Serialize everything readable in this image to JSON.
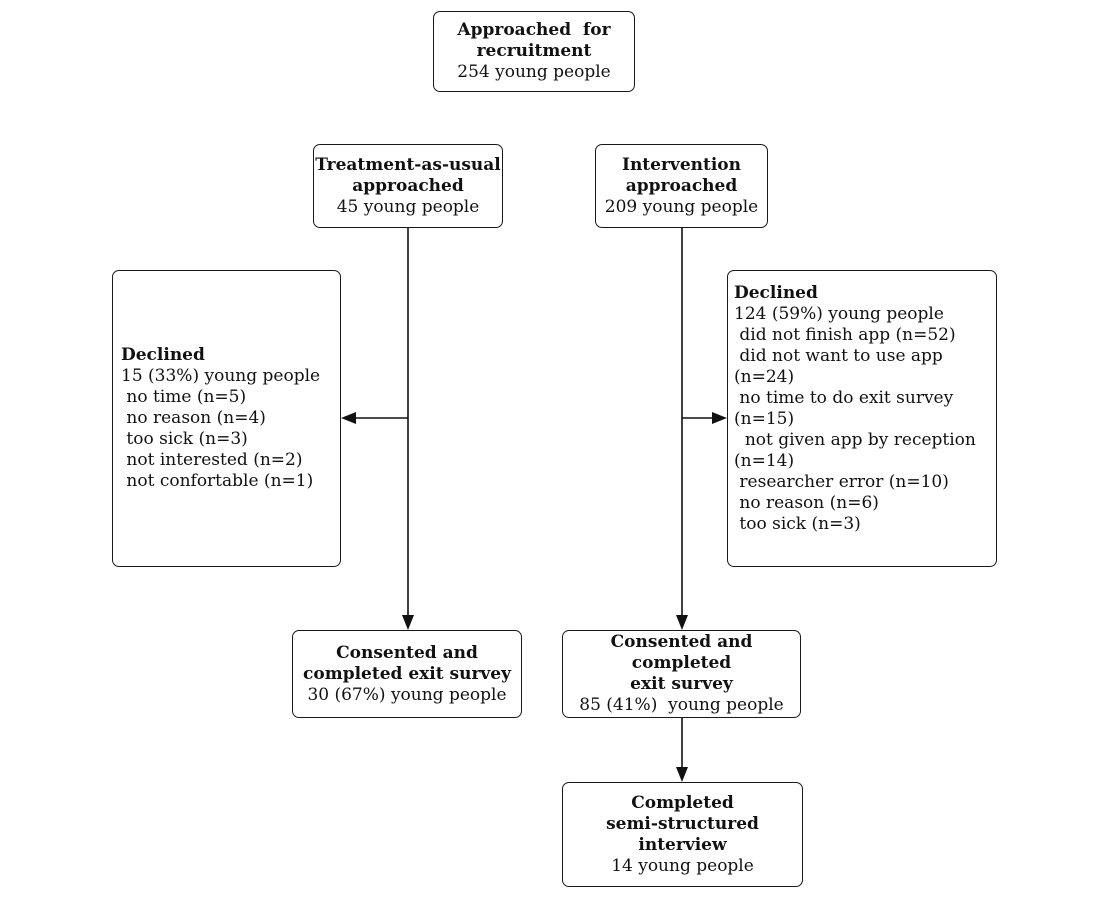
{
  "figure": {
    "type": "flowchart",
    "colors": {
      "background": "#ffffff",
      "box_fill": "#ffffff",
      "box_border": "#1a1a1a",
      "text": "#111111",
      "arrow": "#111111"
    },
    "boxes": {
      "approached": {
        "title": "Approached  for\nrecruitment",
        "body": "254 young people"
      },
      "tau": {
        "title": "Treatment-as-usual\napproached",
        "body": "45 young people"
      },
      "intervention": {
        "title": "Intervention\napproached",
        "body": "209 young people"
      },
      "tau_declined": {
        "title": "Declined",
        "body": "15 (33%) young people\n no time (n=5)\n no reason (n=4)\n too sick (n=3)\n not interested (n=2)\n not confortable (n=1)"
      },
      "intervention_declined": {
        "title": "Declined",
        "body": "124 (59%) young people\n did not finish app (n=52)\n did not want to use app\n(n=24)\n no time to do exit survey\n(n=15)\n  not given app by reception\n(n=14)\n researcher error (n=10)\n no reason (n=6)\n too sick (n=3)"
      },
      "tau_consented": {
        "title": "Consented and\ncompleted exit survey",
        "body": "30 (67%) young people"
      },
      "intervention_consented": {
        "title": "Consented and completed\nexit survey",
        "body": "85 (41%)  young people"
      },
      "interview": {
        "title": "Completed\nsemi-structured\ninterview",
        "body": "14 young people"
      }
    }
  }
}
